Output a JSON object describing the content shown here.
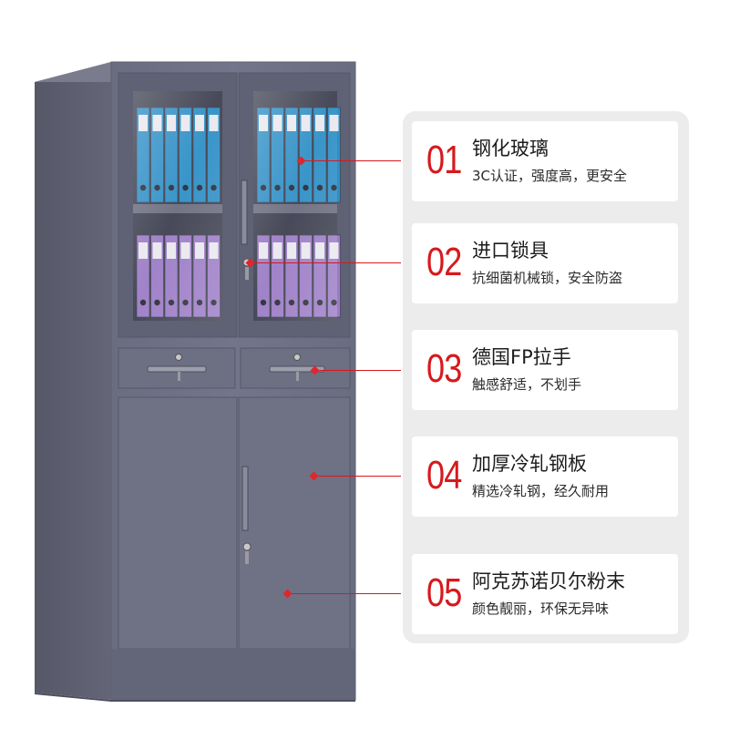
{
  "colors": {
    "accent": "#d7191d",
    "cabinet": "#6b6d80",
    "panel_bg": "#ececec",
    "binder_blue": "#2f8fc6",
    "binder_purple": "#9c7cc6"
  },
  "features": [
    {
      "number": "01",
      "title": "钢化玻璃",
      "desc": "3C认证，强度高，更安全"
    },
    {
      "number": "02",
      "title": "进口锁具",
      "desc": "抗细菌机械锁，安全防盗"
    },
    {
      "number": "03",
      "title": "德国FP拉手",
      "desc": "触感舒适，不划手"
    },
    {
      "number": "04",
      "title": "加厚冷轧钢板",
      "desc": "精选冷轧钢，经久耐用"
    },
    {
      "number": "05",
      "title": "阿克苏诺贝尔粉末",
      "desc": "颜色靓丽，环保无异味"
    }
  ]
}
